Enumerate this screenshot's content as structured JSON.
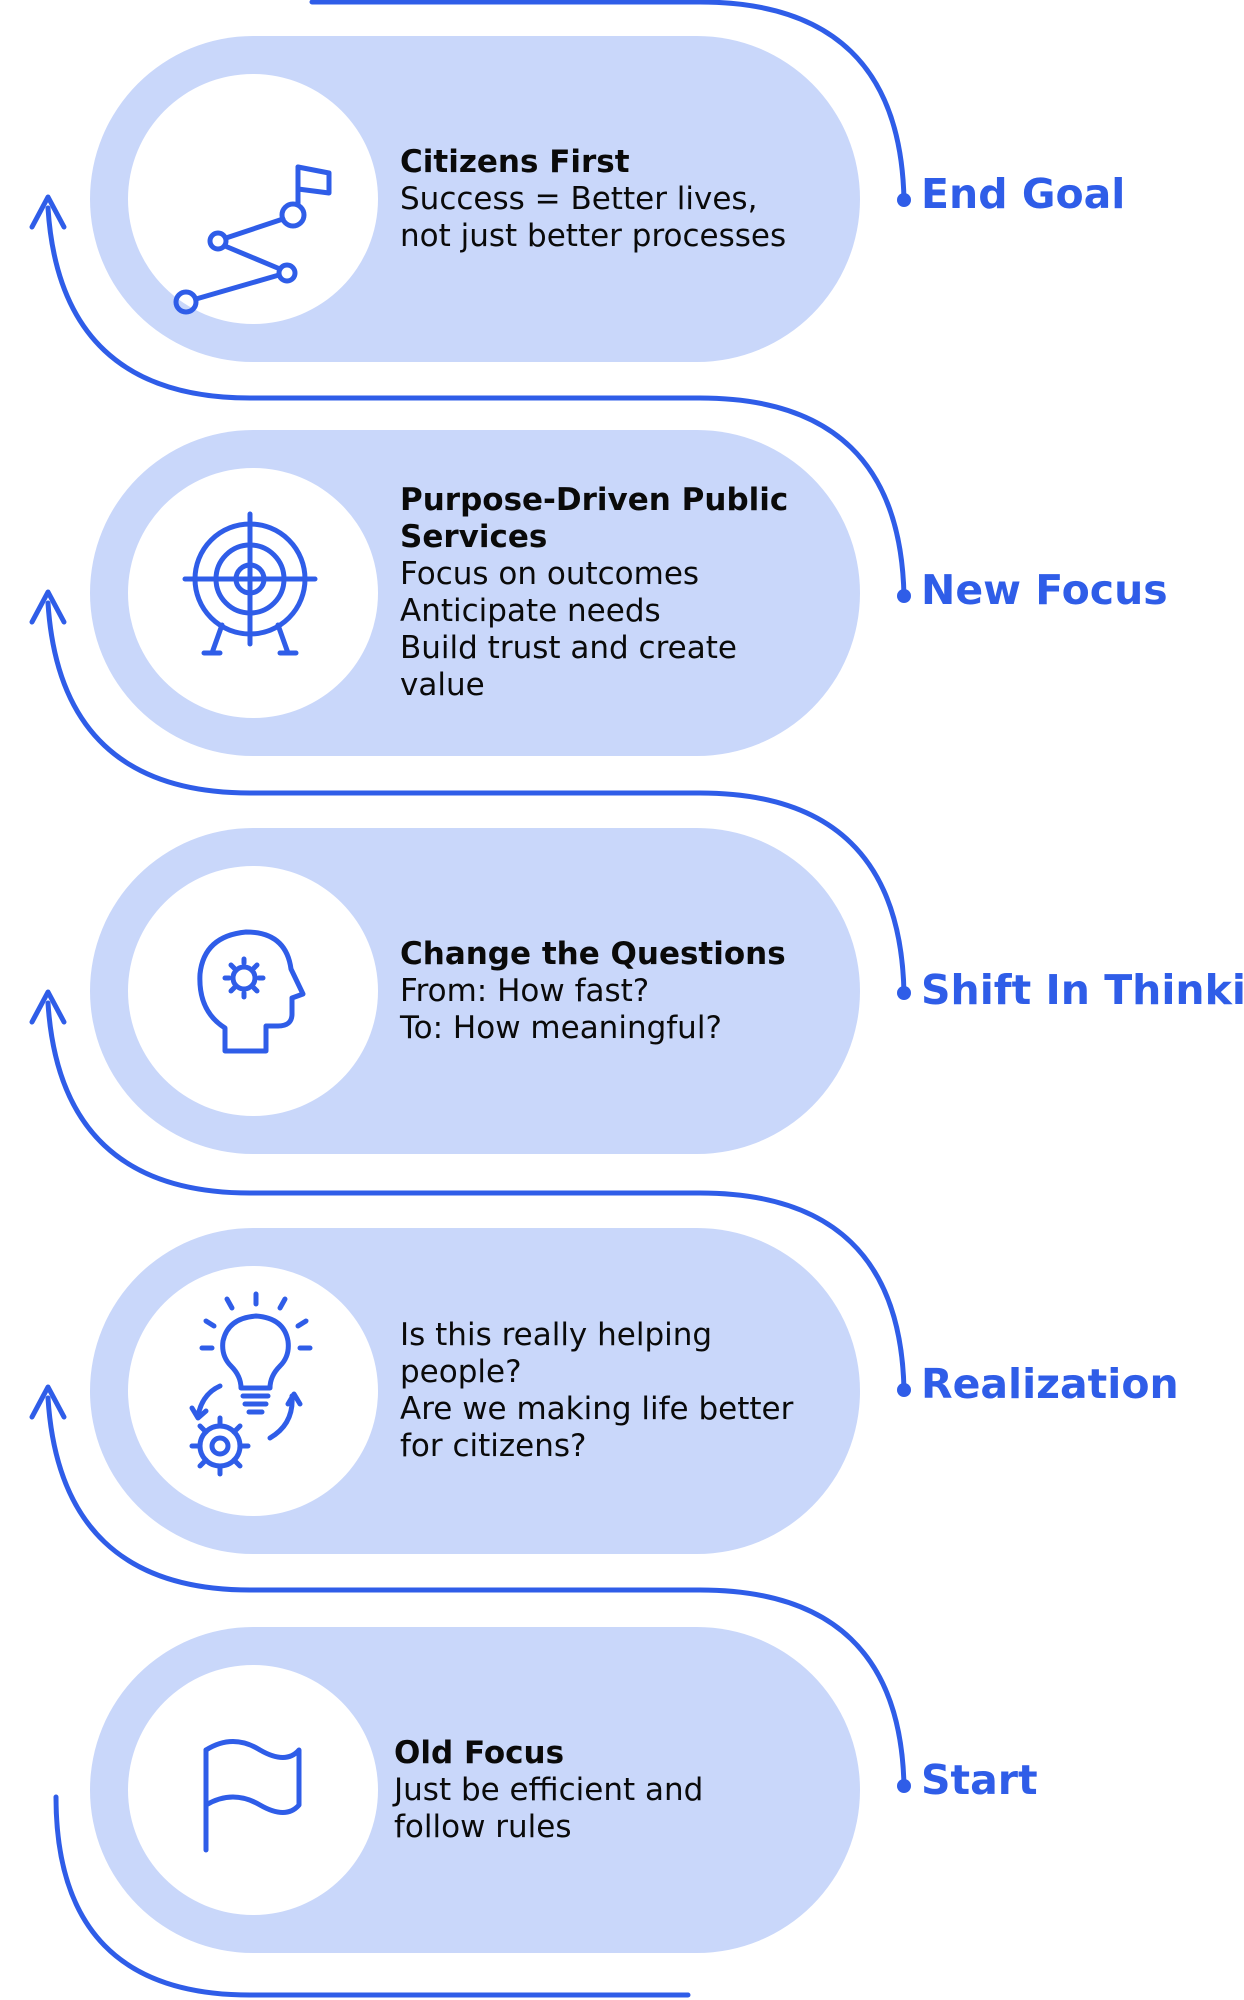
{
  "colors": {
    "accent": "#2f5de8",
    "pill": "#c9d7fa",
    "circle": "#ffffff",
    "text": "#0a0a0a"
  },
  "stages": [
    {
      "id": "end-goal",
      "label": "End Goal",
      "icon": "route-flag-icon",
      "title": "Citizens First",
      "lines": [
        "Success = Better lives,",
        "not just better processes"
      ]
    },
    {
      "id": "new-focus",
      "label": "New Focus",
      "icon": "target-icon",
      "title": "Purpose-Driven Public Services",
      "lines": [
        "Focus on outcomes",
        "Anticipate needs",
        "Build trust and create",
        "value"
      ]
    },
    {
      "id": "shift-in-thinking",
      "label": "Shift In Thinking",
      "icon": "head-gear-icon",
      "title": "Change the Questions",
      "lines": [
        "From: How fast?",
        "To: How meaningful?"
      ]
    },
    {
      "id": "realization",
      "label": "Realization",
      "icon": "lightbulb-gear-icon",
      "title": "",
      "lines": [
        "Is this really helping",
        "people?",
        "Are we making life better",
        "for citizens?"
      ]
    },
    {
      "id": "start",
      "label": "Start",
      "icon": "flag-icon",
      "title": "Old Focus",
      "lines": [
        "Just be efficient and",
        "follow rules"
      ]
    }
  ]
}
